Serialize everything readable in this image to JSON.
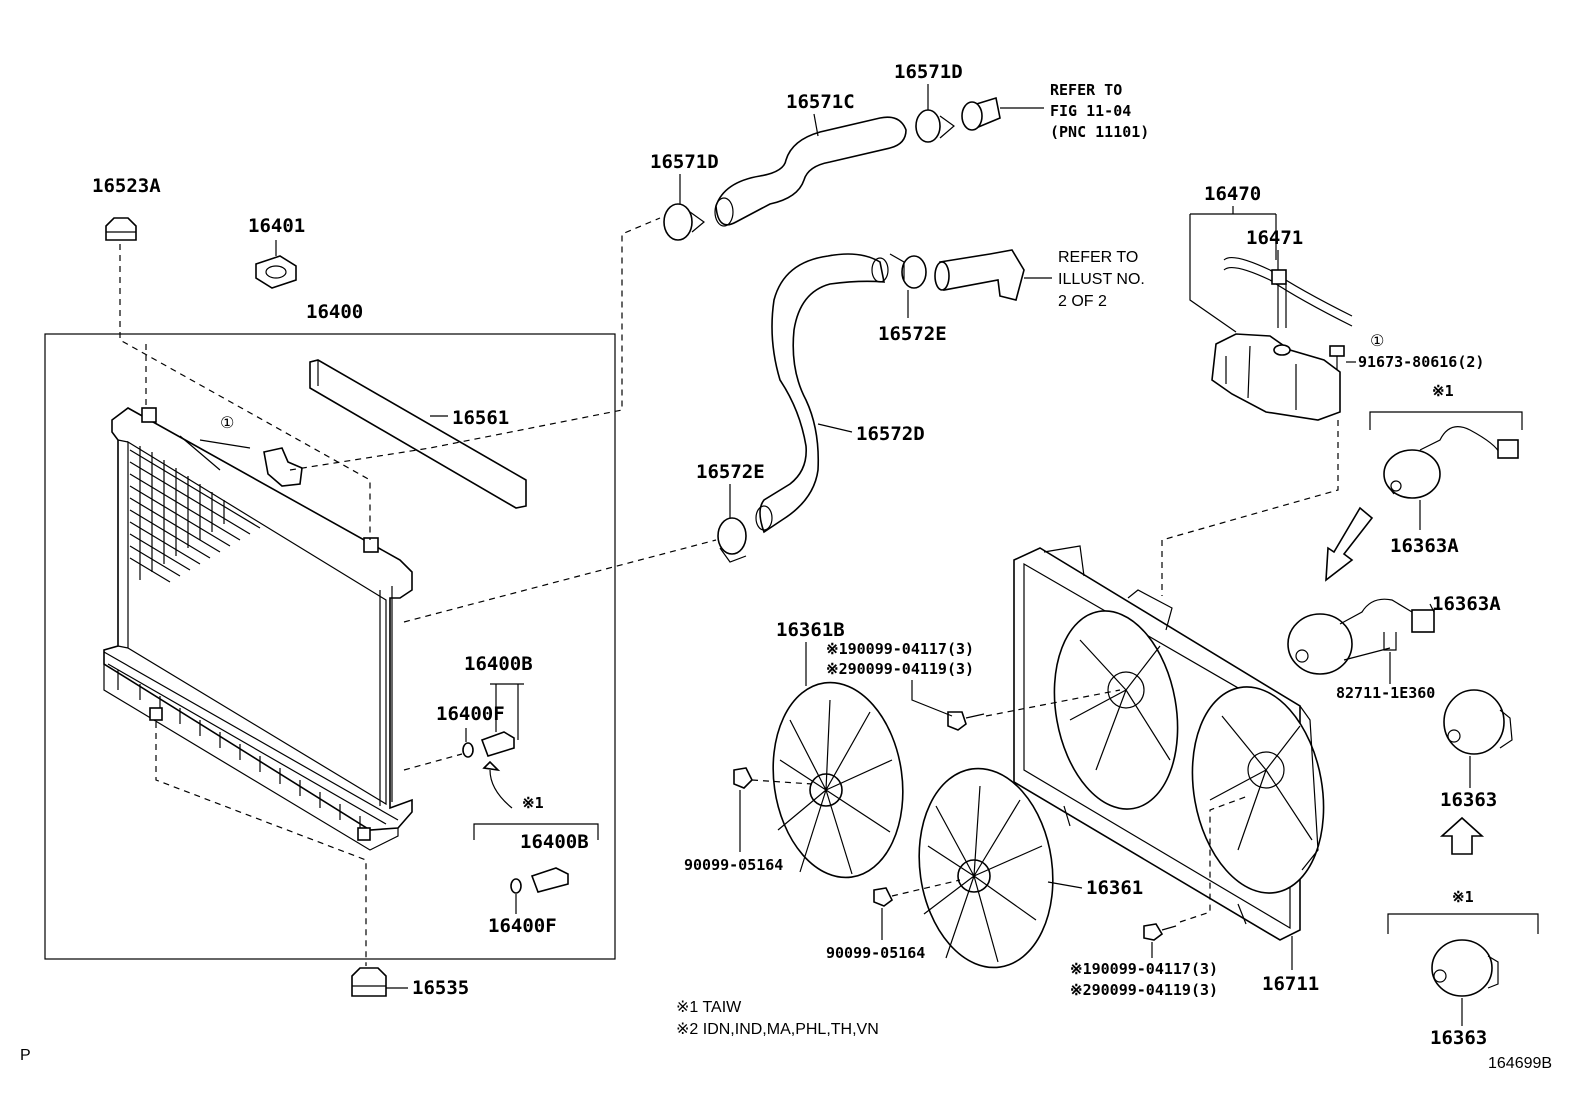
{
  "labels": {
    "p16523A": "16523A",
    "p16401": "16401",
    "p16400": "16400",
    "p16561": "16561",
    "p16571D_a": "16571D",
    "p16571C": "16571C",
    "p16571D_b": "16571D",
    "p16572E_a": "16572E",
    "p16572D": "16572D",
    "p16572E_b": "16572E",
    "p16470": "16470",
    "p16471": "16471",
    "p91673": "91673-80616(2)",
    "p16363A_a": "16363A",
    "p16363A_b": "16363A",
    "p82711": "82711-1E360",
    "p16363_a": "16363",
    "p16363_b": "16363",
    "p16361B": "16361B",
    "p16361": "16361",
    "p16711": "16711",
    "p16400B_a": "16400B",
    "p16400F_a": "16400F",
    "p16400B_b": "16400B",
    "p16400F_b": "16400F",
    "p16535": "16535",
    "p90099_a": "90099-05164",
    "p90099_b": "90099-05164",
    "bolt_a1": "※190099-04117(3)",
    "bolt_a2": "※290099-04119(3)",
    "bolt_b1": "※190099-04117(3)",
    "bolt_b2": "※290099-04119(3)"
  },
  "markers": {
    "taiw_a": "※1",
    "taiw_b": "※1",
    "taiw_c": "※1",
    "circle_a": "①",
    "circle_b": "①"
  },
  "refs": {
    "fig_line1": "REFER TO",
    "fig_line2": "FIG 11-04",
    "fig_line3": "(PNC 11101)",
    "ill_line1": "REFER TO",
    "ill_line2": "ILLUST NO.",
    "ill_line3": "2 OF 2"
  },
  "notes": {
    "note1": "※1 TAIW",
    "note2": "※2 IDN,IND,MA,PHL,TH,VN"
  },
  "corner": {
    "left": "P",
    "right": "164699B"
  }
}
